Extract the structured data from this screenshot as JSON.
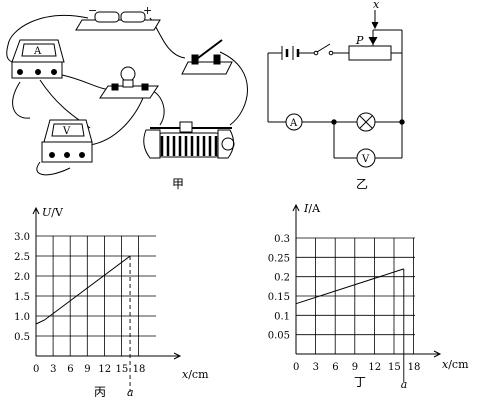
{
  "figures": {
    "jia": {
      "caption": "甲",
      "ammeter_letter": "A",
      "voltmeter_letter": "V",
      "battery_neg": "−",
      "battery_pos": "+"
    },
    "yi": {
      "caption": "乙",
      "slider_label": "P",
      "x_label": "x",
      "ammeter_letter": "A",
      "voltmeter_letter": "V"
    }
  },
  "chart_data": [
    {
      "type": "line",
      "caption": "丙",
      "xlabel": "x/cm",
      "ylabel": "U/V",
      "xlim": [
        0,
        18
      ],
      "ylim": [
        0,
        3.0
      ],
      "x_ticks": [
        "0",
        "3",
        "6",
        "9",
        "12",
        "15",
        "18"
      ],
      "y_ticks": [
        "0.5",
        "1.0",
        "1.5",
        "2.0",
        "2.5",
        "3.0"
      ],
      "grid": true,
      "marker_label": "a",
      "marker_x": 16.5,
      "series": [
        {
          "x": [
            0,
            1.5,
            16.5
          ],
          "y": [
            0.8,
            0.9,
            2.5
          ]
        }
      ]
    },
    {
      "type": "line",
      "caption": "丁",
      "xlabel": "x/cm",
      "ylabel": "I/A",
      "xlim": [
        0,
        18
      ],
      "ylim": [
        0,
        0.3
      ],
      "x_ticks": [
        "0",
        "3",
        "6",
        "9",
        "12",
        "15",
        "18"
      ],
      "y_ticks": [
        "0.05",
        "0.1",
        "0.15",
        "0.2",
        "0.25",
        "0.3"
      ],
      "grid": true,
      "marker_label": "a",
      "marker_x": 16.5,
      "series": [
        {
          "x": [
            0,
            16.5
          ],
          "y": [
            0.13,
            0.22
          ]
        }
      ]
    }
  ]
}
